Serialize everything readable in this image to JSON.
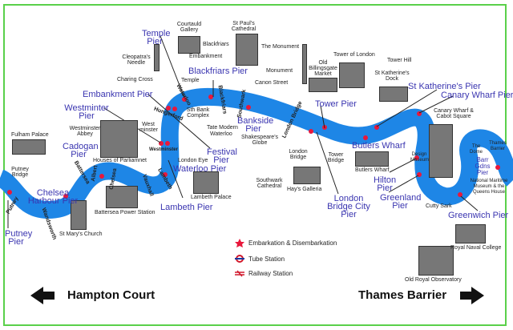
{
  "piers": [
    "Putney Pier",
    "Chelsea Harbour Pier",
    "Cadogan Pier",
    "Lambeth Pier",
    "Westminter Pier",
    "Embankment Pier",
    "Temple Pier",
    "Blackfriars Pier",
    "Festival Pier",
    "Waterloo Pier",
    "Bankside Pier",
    "London Bridge City Pier",
    "Tower Pier",
    "Butlers Wharf",
    "St Katherine's Pier",
    "Canary Wharf Pier",
    "Hilton Pier",
    "Greenland Pier",
    "Greenwich Pier",
    "Barr Gdns Pier"
  ],
  "landmarks": [
    "Fulham Palace",
    "Putney Bridge",
    "St Mary's Church",
    "Houses of Parliamnet",
    "Westminster Abbey",
    "Battersea Power Station",
    "Lambeth Palace",
    "London Eye",
    "Cleopatra's Needle",
    "Charing Cross",
    "Courtauld Gallery",
    "St Paul's Cathedral",
    "Embankment",
    "Temple",
    "Blackfriars",
    "Sth Bank Complex",
    "Tate Modern",
    "Waterloo",
    "Shakespeare's Globe",
    "Southwark Cathedral",
    "London Bridge",
    "Hay's Galleria",
    "Canon Street",
    "The Monument",
    "Monument",
    "Old Billingsgate Market",
    "Tower of London",
    "Tower Hill",
    "St Katherine's Dock",
    "Tower Bridge",
    "Butlers Wharf",
    "Design Museum",
    "Canary Wharf & Cabot Square",
    "Cutty Sark",
    "The Dome",
    "Thames Barrier",
    "National Maritime Museum & the Queens House",
    "Royal Naval College",
    "Old Royal Observatory",
    "West minster"
  ],
  "bridges": [
    "Putney",
    "Wandsworth",
    "Battersea",
    "Albert",
    "Chelsea",
    "Vauxhall",
    "Lambeth",
    "Westminster",
    "Hungerford",
    "Waterloo",
    "Blackfriars",
    "Southwark",
    "London Bridge"
  ],
  "legend": {
    "embark": "Embarkation & Disembarkation",
    "tube": "Tube Station",
    "rail": "Railway Station"
  },
  "directions": {
    "west": "Hampton Court",
    "east": "Thames Barrier"
  },
  "colors": {
    "river": "#1e86e6",
    "pier_text": "#3a35b0",
    "star": "#e8183c",
    "border": "#5ad04a"
  }
}
